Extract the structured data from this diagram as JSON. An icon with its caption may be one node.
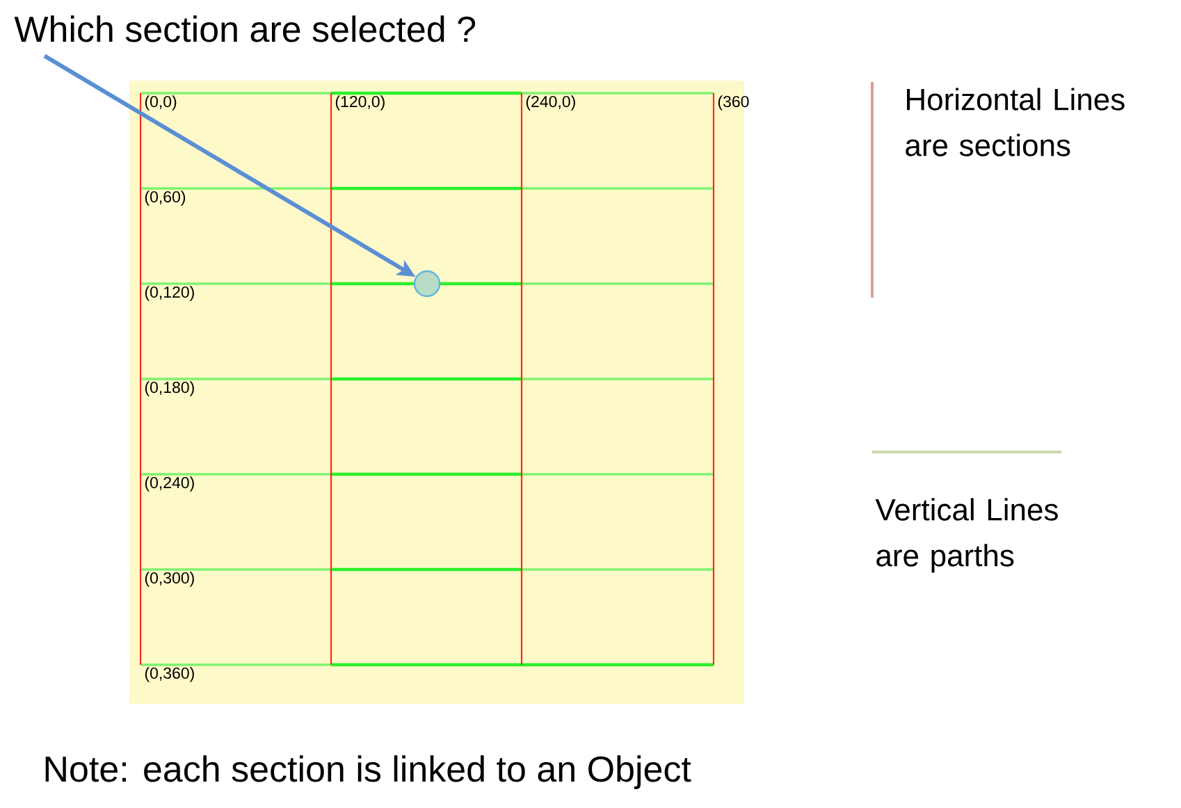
{
  "diagram": {
    "nodes": [
      {
        "text": [
          "Which section are selected ?"
        ]
      },
      {
        "text": [],
        "shape": "circle"
      }
    ],
    "edges": [
      {
        "from": 0,
        "to": 1,
        "arrow": "to"
      }
    ],
    "labels": [
      "(0,0)",
      "(120,0)",
      "(240,0)",
      "(360",
      "(0,60)",
      "(0,120)",
      "(0,180)",
      "(0,240)",
      "(0,300)",
      "(0,360)",
      "Note: each section is linked to an Object"
    ],
    "legend": [
      {
        "text": "Horizontal Lines are sections"
      },
      {
        "text": "Vertical Lines are parths"
      }
    ]
  }
}
